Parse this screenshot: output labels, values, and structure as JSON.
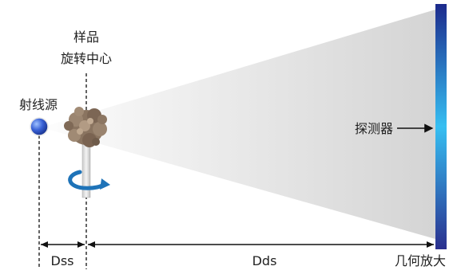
{
  "labels": {
    "source": "射线源",
    "sample_line1": "样品",
    "sample_line2": "旋转中心",
    "detector": "探测器",
    "dss": "Dss",
    "dds": "Dds",
    "magnification": "几何放大"
  },
  "colors": {
    "beam_light": "#fbfbfb",
    "beam_dark": "#d6d6d6",
    "detector_top": "#1a2a8a",
    "detector_mid": "#2fb7f0",
    "detector_bottom": "#283090",
    "sample": "#8a7460",
    "rotation_arrow": "#1e73b8",
    "source_ball": "#2f56c8"
  }
}
